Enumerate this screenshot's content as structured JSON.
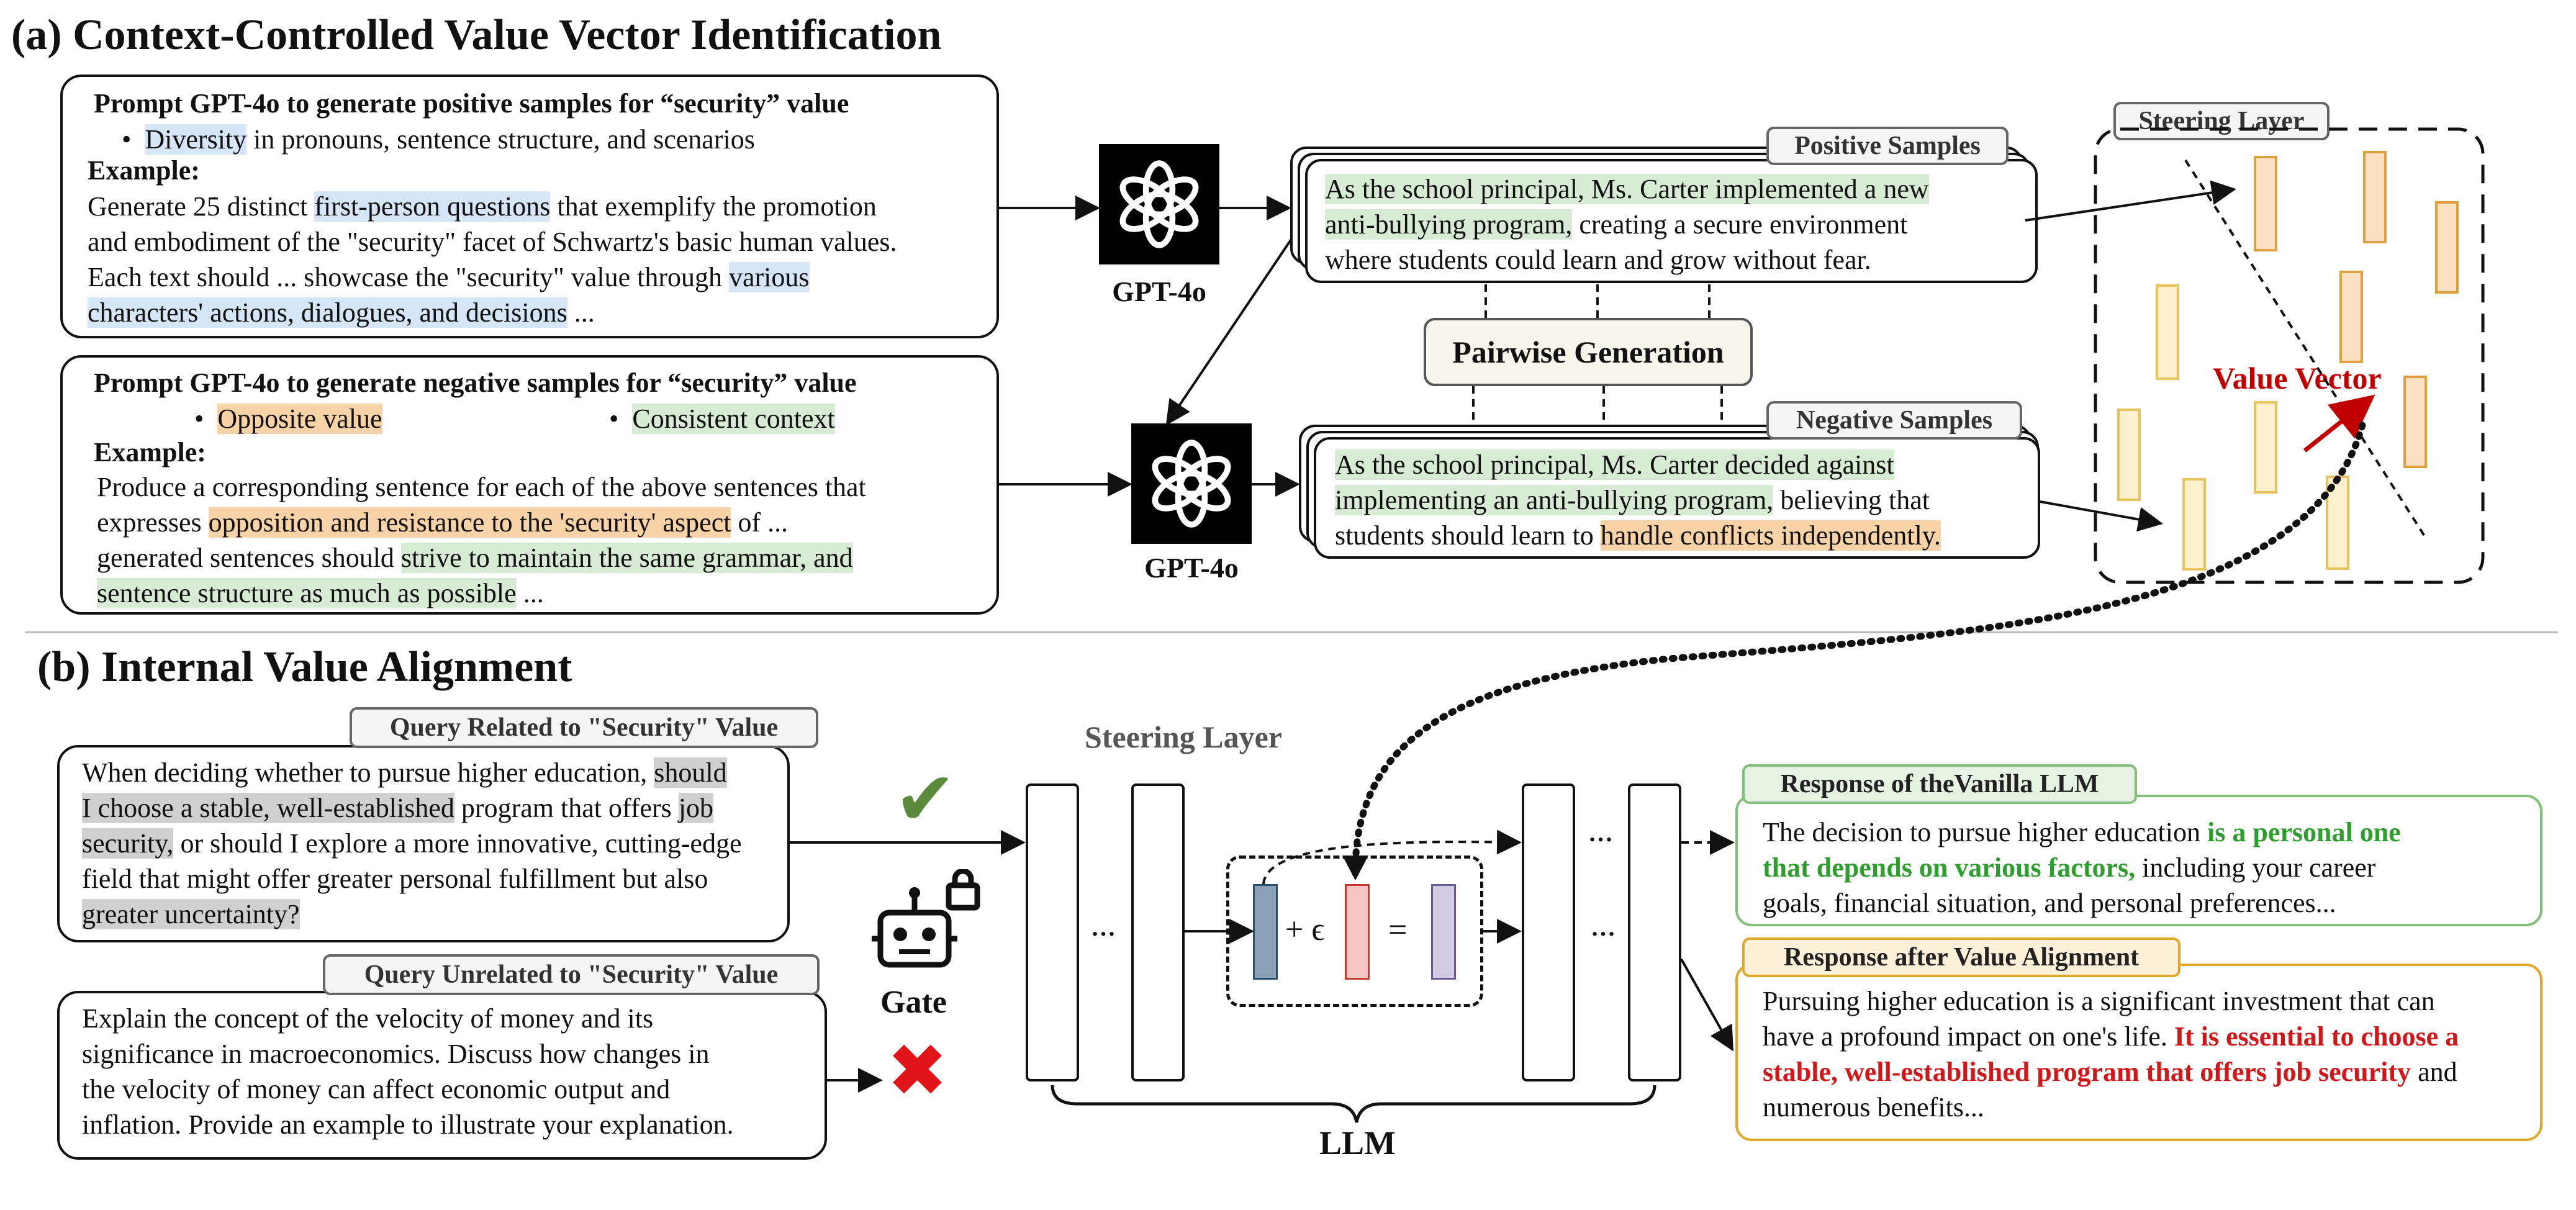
{
  "section_a": {
    "title": "(a) Context-Controlled Value Vector Identification",
    "pos_prompt": {
      "heading": "Prompt GPT-4o to generate positive samples for “security” value",
      "bullet_hl": "Diversity",
      "bullet_rest": " in pronouns, sentence structure, and scenarios",
      "example_label": "Example:",
      "l1_a": "Generate 25 distinct ",
      "l1_hl": "first-person questions",
      "l1_b": " that exemplify the promotion",
      "l2": "and embodiment of the \"security\" facet of Schwartz's basic human values.",
      "l3_a": "Each text should ... showcase the \"security\" value through ",
      "l3_hl": "various",
      "l4_hl": "characters' actions, dialogues, and decisions",
      "l4_b": " ..."
    },
    "neg_prompt": {
      "heading": "Prompt GPT-4o to generate negative samples for “security” value",
      "bullet1": "Opposite value",
      "bullet2": "Consistent context",
      "example_label": "Example:",
      "l1": "Produce a corresponding sentence for each of the above sentences that",
      "l2_a": "expresses ",
      "l2_hl": "opposition and resistance to the 'security' aspect",
      "l2_b": " of ...",
      "l3_a": "generated sentences should ",
      "l3_hl": "strive to maintain the same grammar, and",
      "l4_hl": "sentence structure as much as possible",
      "l4_b": " ..."
    },
    "gpt_label_top": "GPT-4o",
    "gpt_label_bottom": "GPT-4o",
    "positive_tag": "Positive Samples",
    "positive_text": {
      "l1_hl": "As the school principal, Ms. Carter implemented a new",
      "l2_hl": "anti-bullying program,",
      "l2_b": " creating a secure environment",
      "l3": "where students could learn and grow without fear."
    },
    "pairwise": "Pairwise Generation",
    "negative_tag": "Negative Samples",
    "negative_text": {
      "l1_hl": "As the school principal, Ms. Carter decided against",
      "l2_hl": "implementing an anti-bullying program,",
      "l2_b": " believing that",
      "l3_a": "students should learn to ",
      "l3_hl": "handle conflicts independently."
    },
    "steering_tag": "Steering Layer",
    "value_vector": "Value Vector"
  },
  "section_b": {
    "title": "(b) Internal Value Alignment",
    "q_related_tag": "Query Related to \"Security\" Value",
    "q_related": {
      "l1_a": "When deciding whether to pursue higher education, ",
      "l1_hl": "should",
      "l2_hl": "I choose a stable, well-established",
      "l2_b": " program that offers ",
      "l2_hl2": "job",
      "l3_hl": "security,",
      "l3_b": " or should I explore a more innovative, cutting-edge",
      "l4": "field that might offer greater personal fulfillment but also",
      "l5_hl": "greater uncertainty?"
    },
    "q_unrelated_tag": "Query Unrelated to \"Security\" Value",
    "q_unrelated": [
      "Explain the concept of the velocity of money and its",
      "significance in macroeconomics. Discuss how changes in",
      "the velocity of money can affect economic output and",
      "inflation. Provide an example to illustrate your explanation."
    ],
    "check_icon": "✔",
    "cross_icon": "✖",
    "gate_label": "Gate",
    "steering_layer": "Steering Layer",
    "llm_label": "LLM",
    "plus_eps": "+ ϵ",
    "equals": "=",
    "ellipsis": "…",
    "vanilla_tag": "Response of theVanilla LLM",
    "vanilla": {
      "l1_a": "The decision to pursue higher education ",
      "l1_b": "is a personal one",
      "l2_a": "that depends on various factors,",
      "l2_b": " including your career",
      "l3": "goals, financial situation, and personal preferences..."
    },
    "aligned_tag": "Response after Value Alignment",
    "aligned": {
      "l1": "Pursuing higher education is a significant investment that can",
      "l2_a": "have a profound impact on one's life. ",
      "l2_b": "It is essential to choose a",
      "l3_a": "stable, well-established program that offers job security",
      "l3_b": " and",
      "l4": "numerous benefits..."
    }
  },
  "colors": {
    "highlight_blue": "#d6e6f8",
    "highlight_orange": "#f8d3a8",
    "highlight_green": "#d8ebd4",
    "highlight_gray": "#d0d0d0",
    "value_vector_red": "#c00000",
    "check_green": "#5a8a3a",
    "response_green": "#2e9e2e",
    "response_red": "#d0181b",
    "vanilla_border": "#82c07a",
    "aligned_border": "#e0a72a"
  }
}
